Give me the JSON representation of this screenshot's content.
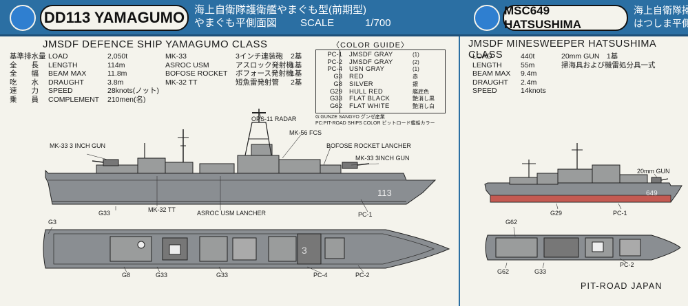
{
  "header": {
    "left_badge": "DD113 YAMAGUMO",
    "left_jp_line1": "海上自衛隊護衛艦やまぐも型(前期型)",
    "left_jp_line2": "やまぐも平側面図",
    "scale_label": "SCALE",
    "scale_value": "1/700",
    "right_badge": "MSC649 HATSUSHIMA",
    "right_jp_line1": "海上自衛隊掃海艇",
    "right_jp_line2": "はつしま平側面図"
  },
  "yamagumo": {
    "title": "JMSDF DEFENCE SHIP YAMAGUMO CLASS",
    "specs": [
      {
        "jp": "基準排水量",
        "en": "LOAD",
        "value": "2,050t"
      },
      {
        "jp": "全　　長",
        "en": "LENGTH",
        "value": "114m"
      },
      {
        "jp": "全　　幅",
        "en": "BEAM MAX",
        "value": "11.8m"
      },
      {
        "jp": "吃　　水",
        "en": "DRAUGHT",
        "value": "3.8m"
      },
      {
        "jp": "速　　力",
        "en": "SPEED",
        "value": "28knots(ノット)"
      },
      {
        "jp": "乗　　員",
        "en": "COMPLEMENT",
        "value": "210men(名)"
      }
    ],
    "armament": [
      {
        "name": "MK-33",
        "jp": "3インチ連装砲",
        "qty": "2基"
      },
      {
        "name": "ASROC USM",
        "jp": "アスロック発射機",
        "qty": "1基"
      },
      {
        "name": "BOFOSE ROCKET",
        "jp": "ボフォース発射機",
        "qty": "1基"
      },
      {
        "name": "MK-32 TT",
        "jp": "短魚雷発射管",
        "qty": "2基"
      }
    ],
    "labels": {
      "ops_radar": "OPS-11 RADAR",
      "mk56": "MK-56 FCS",
      "mk33_fore": "MK-33 3 INCH GUN",
      "bofose": "BOFOSE ROCKET LANCHER",
      "mk33_aft": "MK-33 3INCH GUN",
      "g33_side": "G33",
      "mk32": "MK-32 TT",
      "asroc": "ASROC USM LANCHER",
      "pc1_side": "PC-1",
      "hull_number": "113",
      "g3": "G3",
      "g8": "G8",
      "g33_top1": "G33",
      "g33_top2": "G33",
      "pc4": "PC-4",
      "pc2": "PC-2"
    }
  },
  "color_guide": {
    "title": "〈COLOR GUIDE〉",
    "rows": [
      {
        "code": "PC-1",
        "name": "JMSDF GRAY",
        "jp": "(1)"
      },
      {
        "code": "PC-2",
        "name": "JMSDF GRAY",
        "jp": "(2)"
      },
      {
        "code": "PC-4",
        "name": "USN  GRAY",
        "jp": "(1)"
      },
      {
        "code": "G3",
        "name": "RED",
        "jp": "赤"
      },
      {
        "code": "G8",
        "name": "SILVER",
        "jp": "銀"
      },
      {
        "code": "G29",
        "name": "HULL RED",
        "jp": "艦底色"
      },
      {
        "code": "G33",
        "name": "FLAT BLACK",
        "jp": "艶消し黒"
      },
      {
        "code": "G62",
        "name": "FLAT WHITE",
        "jp": "艶消し白"
      }
    ],
    "note1": "G:GUNZE SANGYO グンゼ産業",
    "note2": "PC:PIT-ROAD SHIPS COLOR ピットロード艦船カラー"
  },
  "hatsushima": {
    "title": "JMSDF MINESWEEPER HATSUSHIMA CLASS",
    "specs": [
      {
        "en": "LOAD",
        "value": "440t"
      },
      {
        "en": "LENGTH",
        "value": "55m"
      },
      {
        "en": "BEAM MAX",
        "value": "9.4m"
      },
      {
        "en": "DRAUGHT",
        "value": "2.4m"
      },
      {
        "en": "SPEED",
        "value": "14knots"
      }
    ],
    "armament": [
      {
        "text": "20mm GUN　1基"
      },
      {
        "text": "掃海具および機雷処分具一式"
      }
    ],
    "labels": {
      "gun20": "20mm GUN",
      "g29": "G29",
      "pc1": "PC-1",
      "hull_number": "649",
      "g62_top": "G62",
      "g62_bottom": "G62",
      "g33": "G33",
      "pc2": "PC-2"
    }
  },
  "brand": "PIT-ROAD  JAPAN",
  "colors": {
    "header_blue": "#2b6fa3",
    "dot_blue": "#2f7fd0",
    "background": "#f4f3ec",
    "hull_gray": "#8a8e92",
    "deck_gray": "#9a9c9c",
    "hull_red": "#c45a52"
  }
}
